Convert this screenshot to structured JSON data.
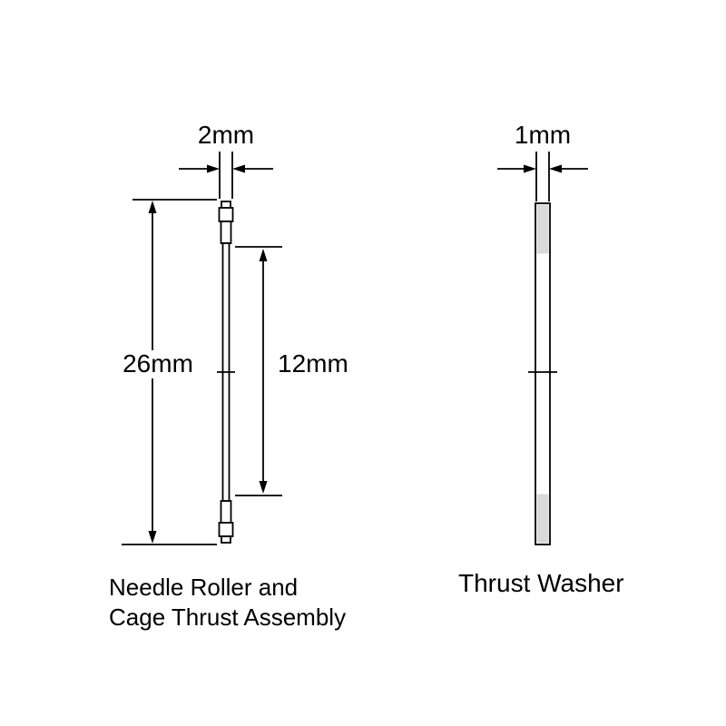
{
  "left_part": {
    "width_label": "2mm",
    "height_label": "26mm",
    "cage_label": "12mm",
    "caption_line1": "Needle Roller and",
    "caption_line2": "Cage Thrust Assembly"
  },
  "right_part": {
    "width_label": "1mm",
    "caption": "Thrust Washer"
  },
  "colors": {
    "line": "#000000",
    "washer_end_fill": "#d9d9d9",
    "background": "#ffffff"
  }
}
